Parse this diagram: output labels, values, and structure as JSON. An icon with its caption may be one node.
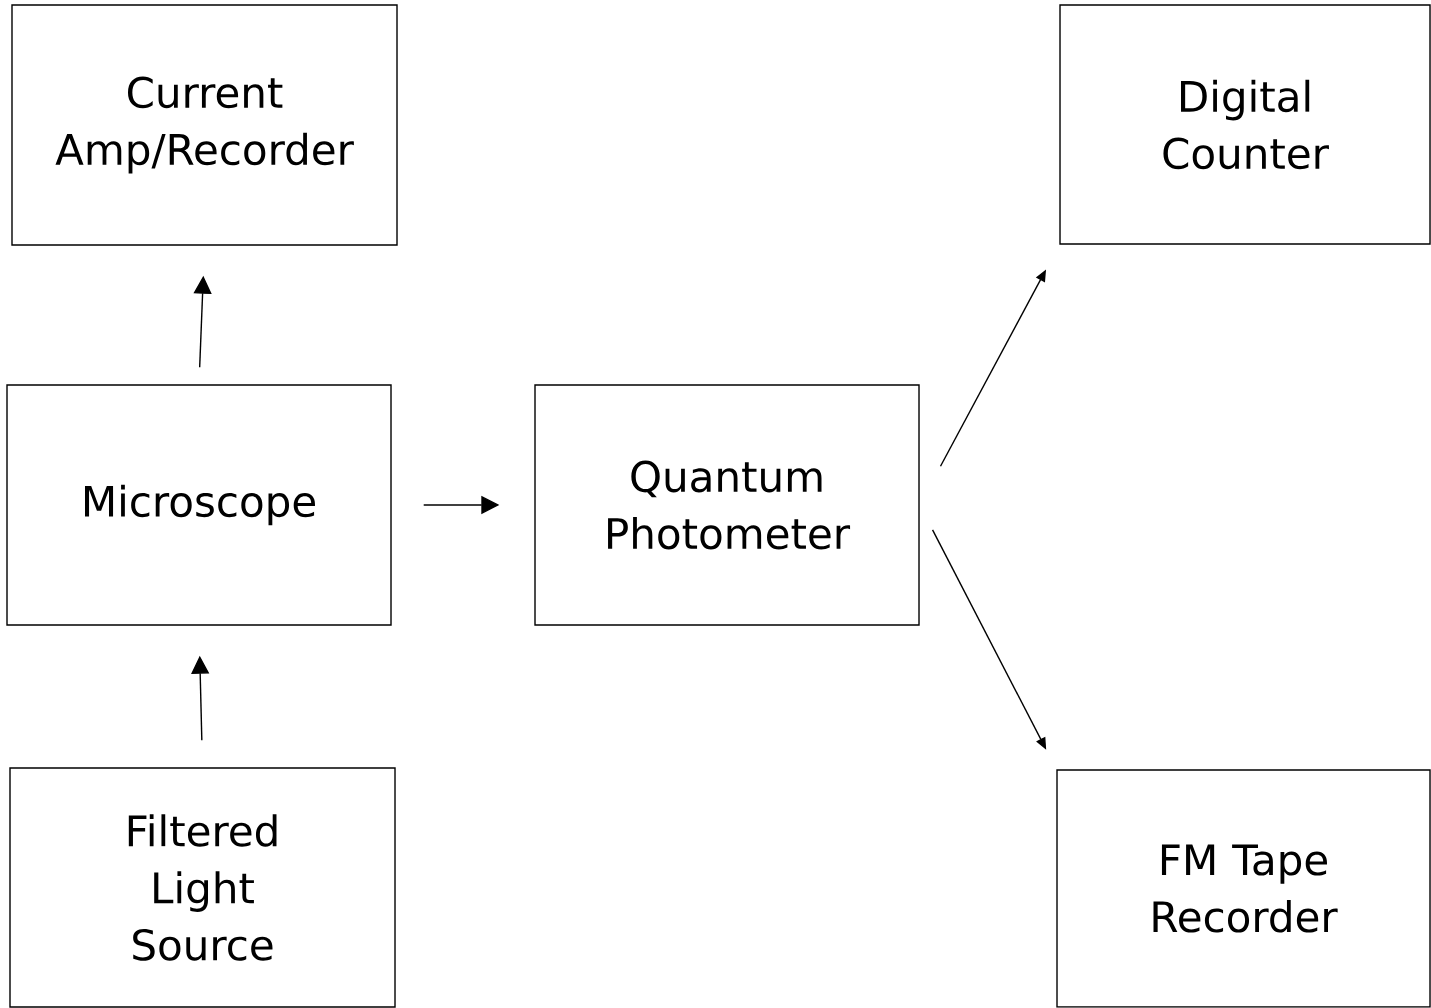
{
  "diagram": {
    "nodes": [
      {
        "text": [
          "Current Amp/Recorder"
        ]
      },
      {
        "text": [
          "Digital Counter"
        ]
      },
      {
        "text": [
          "Microscope"
        ]
      },
      {
        "text": [
          "Quantum Photometer"
        ]
      },
      {
        "text": [
          "Filtered Light Source"
        ]
      },
      {
        "text": [
          "FM Tape Recorder"
        ]
      }
    ],
    "edges": [
      {
        "from": 2,
        "to": 0,
        "arrow": "to"
      },
      {
        "from": 4,
        "to": 2,
        "arrow": "to"
      },
      {
        "from": 2,
        "to": 3,
        "arrow": "to"
      },
      {
        "from": 3,
        "to": 1,
        "arrow": "to"
      },
      {
        "from": 3,
        "to": 5,
        "arrow": "to"
      }
    ]
  }
}
